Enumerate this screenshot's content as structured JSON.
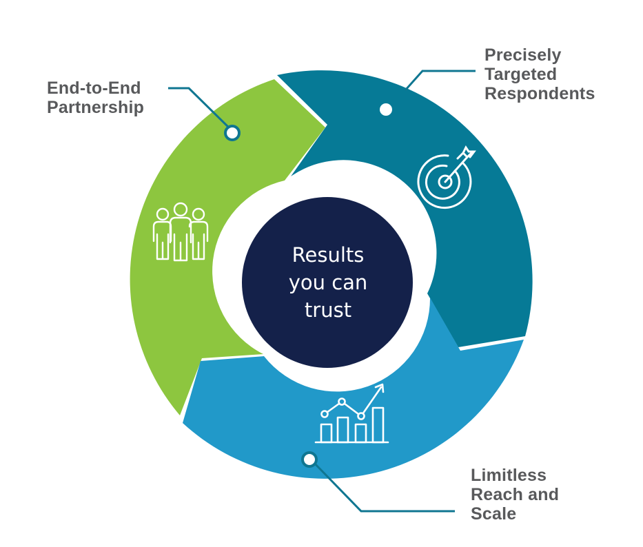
{
  "colors": {
    "green": "#8dc63f",
    "teal": "#067a96",
    "blue": "#2199c9",
    "navy": "#14214a",
    "label": "#58595b",
    "callout_line": "#0f7691"
  },
  "center": {
    "lines": [
      "Results",
      "you can",
      "trust"
    ]
  },
  "segments": [
    {
      "name": "end-to-end",
      "label_lines": [
        "End-to-End",
        "Partnership"
      ],
      "icon": "people-group-icon"
    },
    {
      "name": "targeted",
      "label_lines": [
        "Precisely",
        "Targeted",
        "Respondents"
      ],
      "icon": "target-arrow-icon"
    },
    {
      "name": "reach",
      "label_lines": [
        "Limitless",
        "Reach and",
        "Scale"
      ],
      "icon": "growth-chart-icon"
    }
  ]
}
